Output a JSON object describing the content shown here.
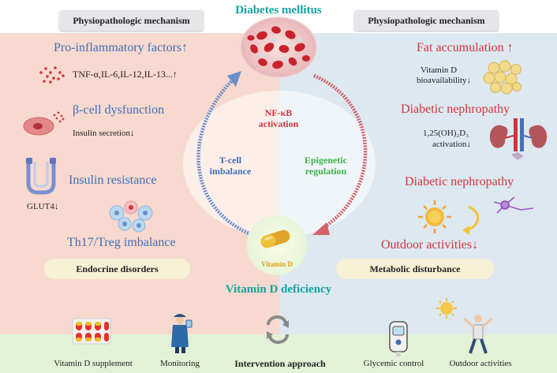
{
  "title": "Diabetes mellitus",
  "bottom_title": "Vitamin D deficiency",
  "left_header": "Physiopathologic mechanism",
  "right_header": "Physiopathologic mechanism",
  "left": {
    "pro_inflammatory": "Pro-inflammatory factors↑",
    "cytokines": "TNF-α,IL-6,IL-12,IL-13...↑",
    "beta_cell": "β-cell dysfunction",
    "insulin_secretion": "Insulin secretion↓",
    "insulin_resistance": "Insulin resistance",
    "glut4": "GLUT4↓",
    "th17": "Th17/Treg imbalance",
    "pill": "Endocrine disorders"
  },
  "right": {
    "fat_accumulation": "Fat accumulation ↑",
    "vitd_bioavailability_1": "Vitamin D",
    "vitd_bioavailability_2": "bioavailability↓",
    "nephropathy_1": "Diabetic nephropathy",
    "vitd_activation_1": "1,25(OH)₂D₃",
    "vitd_activation_2": "activation↓",
    "nephropathy_2": "Diabetic nephropathy",
    "outdoor": "Outdoor activities↓",
    "pill": "Metabolic disturbance"
  },
  "center": {
    "nfkb_1": "NF-κB",
    "nfkb_2": "activation",
    "tcell_1": "T-cell",
    "tcell_2": "imbalance",
    "epigenetic_1": "Epigenetic",
    "epigenetic_2": "regulation",
    "vitamin_d_label": "Vitamin D"
  },
  "intervention": {
    "supplement": "Vitamin D supplement",
    "monitoring": "Monitoring",
    "approach": "Intervention approach",
    "glycemic": "Glycemic control",
    "outdoor": "Outdoor activities"
  },
  "colors": {
    "left_panel": "#f8d9cf",
    "right_panel": "#dde8f1",
    "accent_blue": "#3f6fb5",
    "accent_red": "#d2343b",
    "accent_teal": "#14a3a0",
    "footer": "#e3f2d6"
  }
}
